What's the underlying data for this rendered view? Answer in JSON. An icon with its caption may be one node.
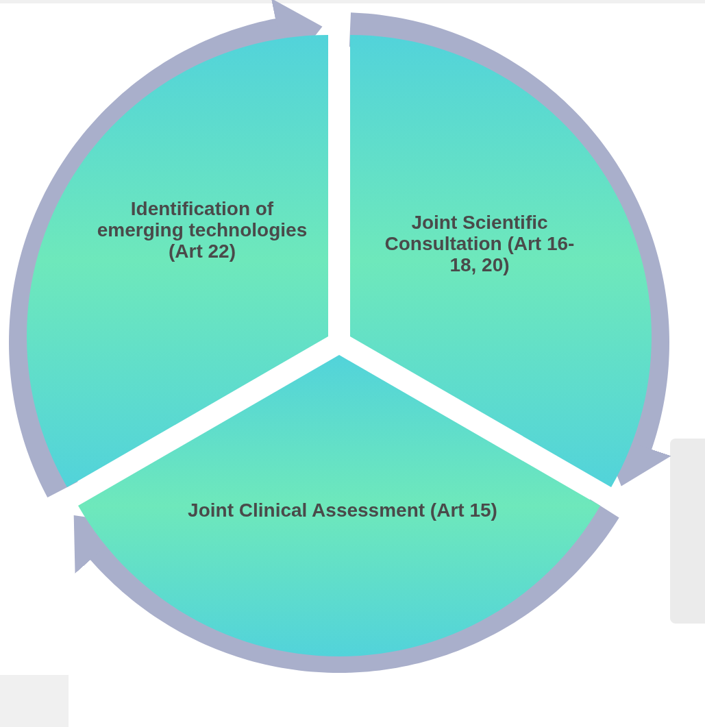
{
  "diagram": {
    "nodes": [
      {
        "text": [
          "Identification of emerging technologies (Art 22)"
        ]
      },
      {
        "text": [
          "Joint Scientific Consultation (Art 16-18, 20)"
        ]
      },
      {
        "text": [
          "Joint Clinical Assessment (Art 15)"
        ]
      }
    ],
    "edges": [
      {
        "from": 0,
        "to": 1,
        "arrow": "to"
      },
      {
        "from": 1,
        "to": 2,
        "arrow": "to"
      },
      {
        "from": 2,
        "to": 0,
        "arrow": "to"
      }
    ]
  }
}
